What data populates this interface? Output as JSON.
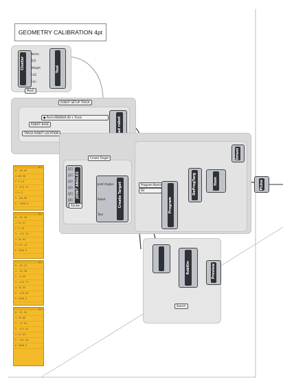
{
  "title": "GEOMETRY CALIBRATION 4pt",
  "cluster": {
    "label": "Cluster",
    "outputs": [
      "Name",
      "TCP",
      "Weight",
      "CoG",
      "Cen"
    ]
  },
  "tool_node": {
    "label": "Tool"
  },
  "mesh_button": "Mesh",
  "robot_setup": {
    "group_label": "ROBOT SETUP TRACK",
    "robot_value": "Perm IRB4600-40 + Track",
    "robot_base_label": "ROBOT BASE",
    "track_location": "TRACK ROBOT LOCATION",
    "load_robot": "Load robot"
  },
  "joint_angles": {
    "label": "JOINT ANGLES",
    "inputs": [
      "[J1]",
      "[J2]",
      "[J3]",
      "[J4]",
      "[J5]",
      "[J6]"
    ],
    "extra": "Xanker"
  },
  "create_target": {
    "label": "Create Target",
    "header": "Create Target",
    "inputs": [
      "Joint Angles",
      "Robot",
      "Tool"
    ]
  },
  "program_name": {
    "label": "Program Name",
    "value": "Dir"
  },
  "program": {
    "label": "Program"
  },
  "deprog": {
    "label": "DeProgTarg"
  },
  "item": {
    "label": "Item"
  },
  "orient": {
    "label": "Orient"
  },
  "plane": {
    "label": "PLine"
  },
  "robkin": {
    "label": "RobKin"
  },
  "preview": {
    "label": "Preview"
  },
  "search_button": "Search",
  "panels": [
    {
      "rows": [
        "0 -36.69",
        "1 66.56",
        "2 7.14",
        "3 -115.71",
        "4 5.3",
        "5 -66.99",
        "6 -1056.3"
      ]
    },
    {
      "rows": [
        "0 -33.49",
        "1 31.31",
        "2 7.76",
        "3 -113.73",
        "4 15.04",
        "5 171.13",
        "6 1056.3"
      ]
    },
    {
      "rows": [
        "0 -29.27",
        "1 -31.36",
        "2 -9.59",
        "3 -115.71",
        "4 74.32",
        "5 -176.62",
        "6 1056.3"
      ]
    },
    {
      "rows": [
        "0 -31.94",
        "1 76.66",
        "2 -17.94",
        "3 -112.41",
        "4 41.04",
        "5 -161.44",
        "6 1056.3"
      ]
    }
  ],
  "colors": {
    "panel": "#f3bb2a",
    "node_core": "#2e3135",
    "group": "#d9d9d9"
  }
}
